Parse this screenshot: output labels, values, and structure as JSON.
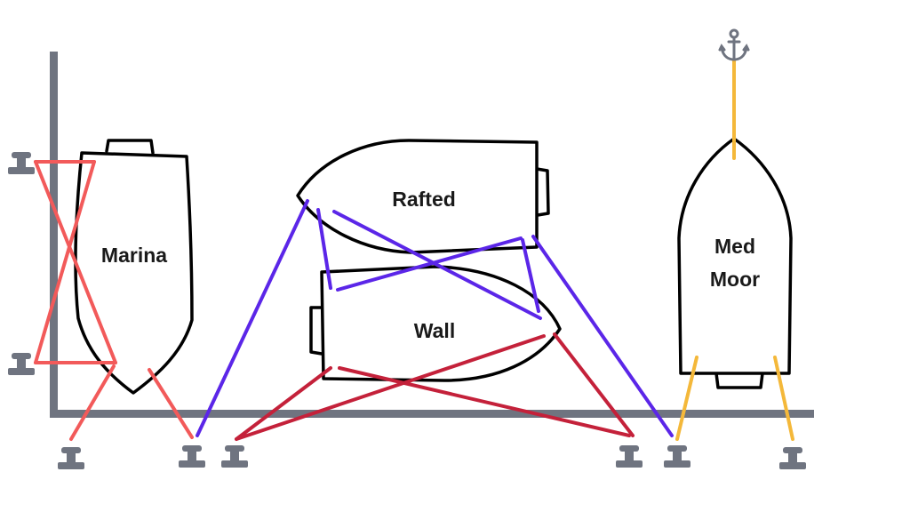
{
  "labels": {
    "marina": "Marina",
    "rafted": "Rafted",
    "wall": "Wall",
    "med_moor_1": "Med",
    "med_moor_2": "Moor"
  },
  "colors": {
    "quay": "#6f7480",
    "bollard": "#6f7480",
    "marina_lines": "#f25a5a",
    "rafted_lines": "#5b26e8",
    "wall_lines": "#c4213a",
    "med_moor_lines": "#f4b83a",
    "anchor": "#6f7480"
  },
  "icons": [
    "anchor-icon",
    "bollard-icon"
  ]
}
